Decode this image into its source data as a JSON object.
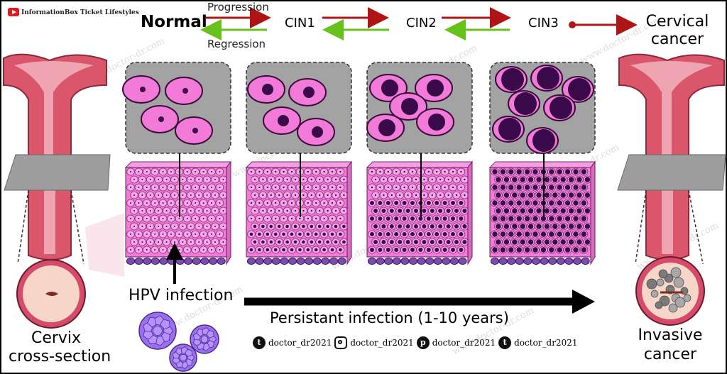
{
  "brand": {
    "text": "InformationBox Ticket Lifestyles"
  },
  "stages": [
    "Normal",
    "CIN1",
    "CIN2",
    "CIN3",
    "Cervical cancer"
  ],
  "stages_line2": "cancer",
  "arrows": {
    "progression": "Progression",
    "regression": "Regression"
  },
  "labels": {
    "hpv": "HPV infection",
    "persistent": "Persistant infection (1-10 years)",
    "cervix_line1": "Cervix",
    "cervix_line2": "cross-section",
    "invasive_line1": "Invasive",
    "invasive_line2": "cancer"
  },
  "social": {
    "handle": "doctor_dr2021",
    "icons": [
      "twitter-icon",
      "instagram-icon",
      "pinterest-icon",
      "tumblr-icon"
    ]
  },
  "watermark": "www.doctor-dr.com",
  "colors": {
    "progression_arrow": "#b01515",
    "regression_arrow": "#66c21a",
    "cell_fill": "#f27ad8",
    "nucleus": "#3a0a4a",
    "panel_bg": "#a3a3a3",
    "basal_cell": "#7c4ab0",
    "virus": "#9a70f0"
  },
  "cin_levels": [
    0,
    1,
    2,
    3
  ]
}
